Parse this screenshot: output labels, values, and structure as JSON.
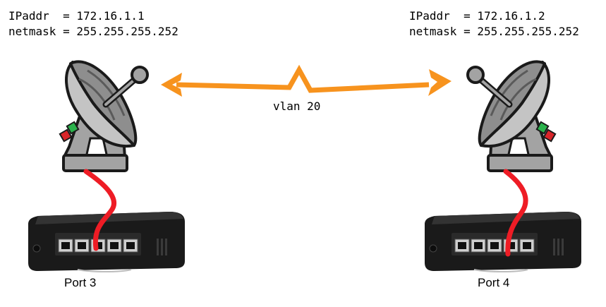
{
  "left_node": {
    "ip_label": "IPaddr  = 172.16.1.1",
    "netmask_label": "netmask = 255.255.255.252",
    "port_label": "Port 3"
  },
  "right_node": {
    "ip_label": "IPaddr  = 172.16.1.2",
    "netmask_label": "netmask = 255.255.255.252",
    "port_label": "Port 4"
  },
  "link": {
    "label": "vlan 20",
    "color": "#f7931e"
  },
  "cable_color": "#ee1c25",
  "router_color": "#1a1a1a",
  "dish_color": "#9a9a9a",
  "led_colors": {
    "green": "#2bb24c",
    "red": "#d9252a"
  }
}
